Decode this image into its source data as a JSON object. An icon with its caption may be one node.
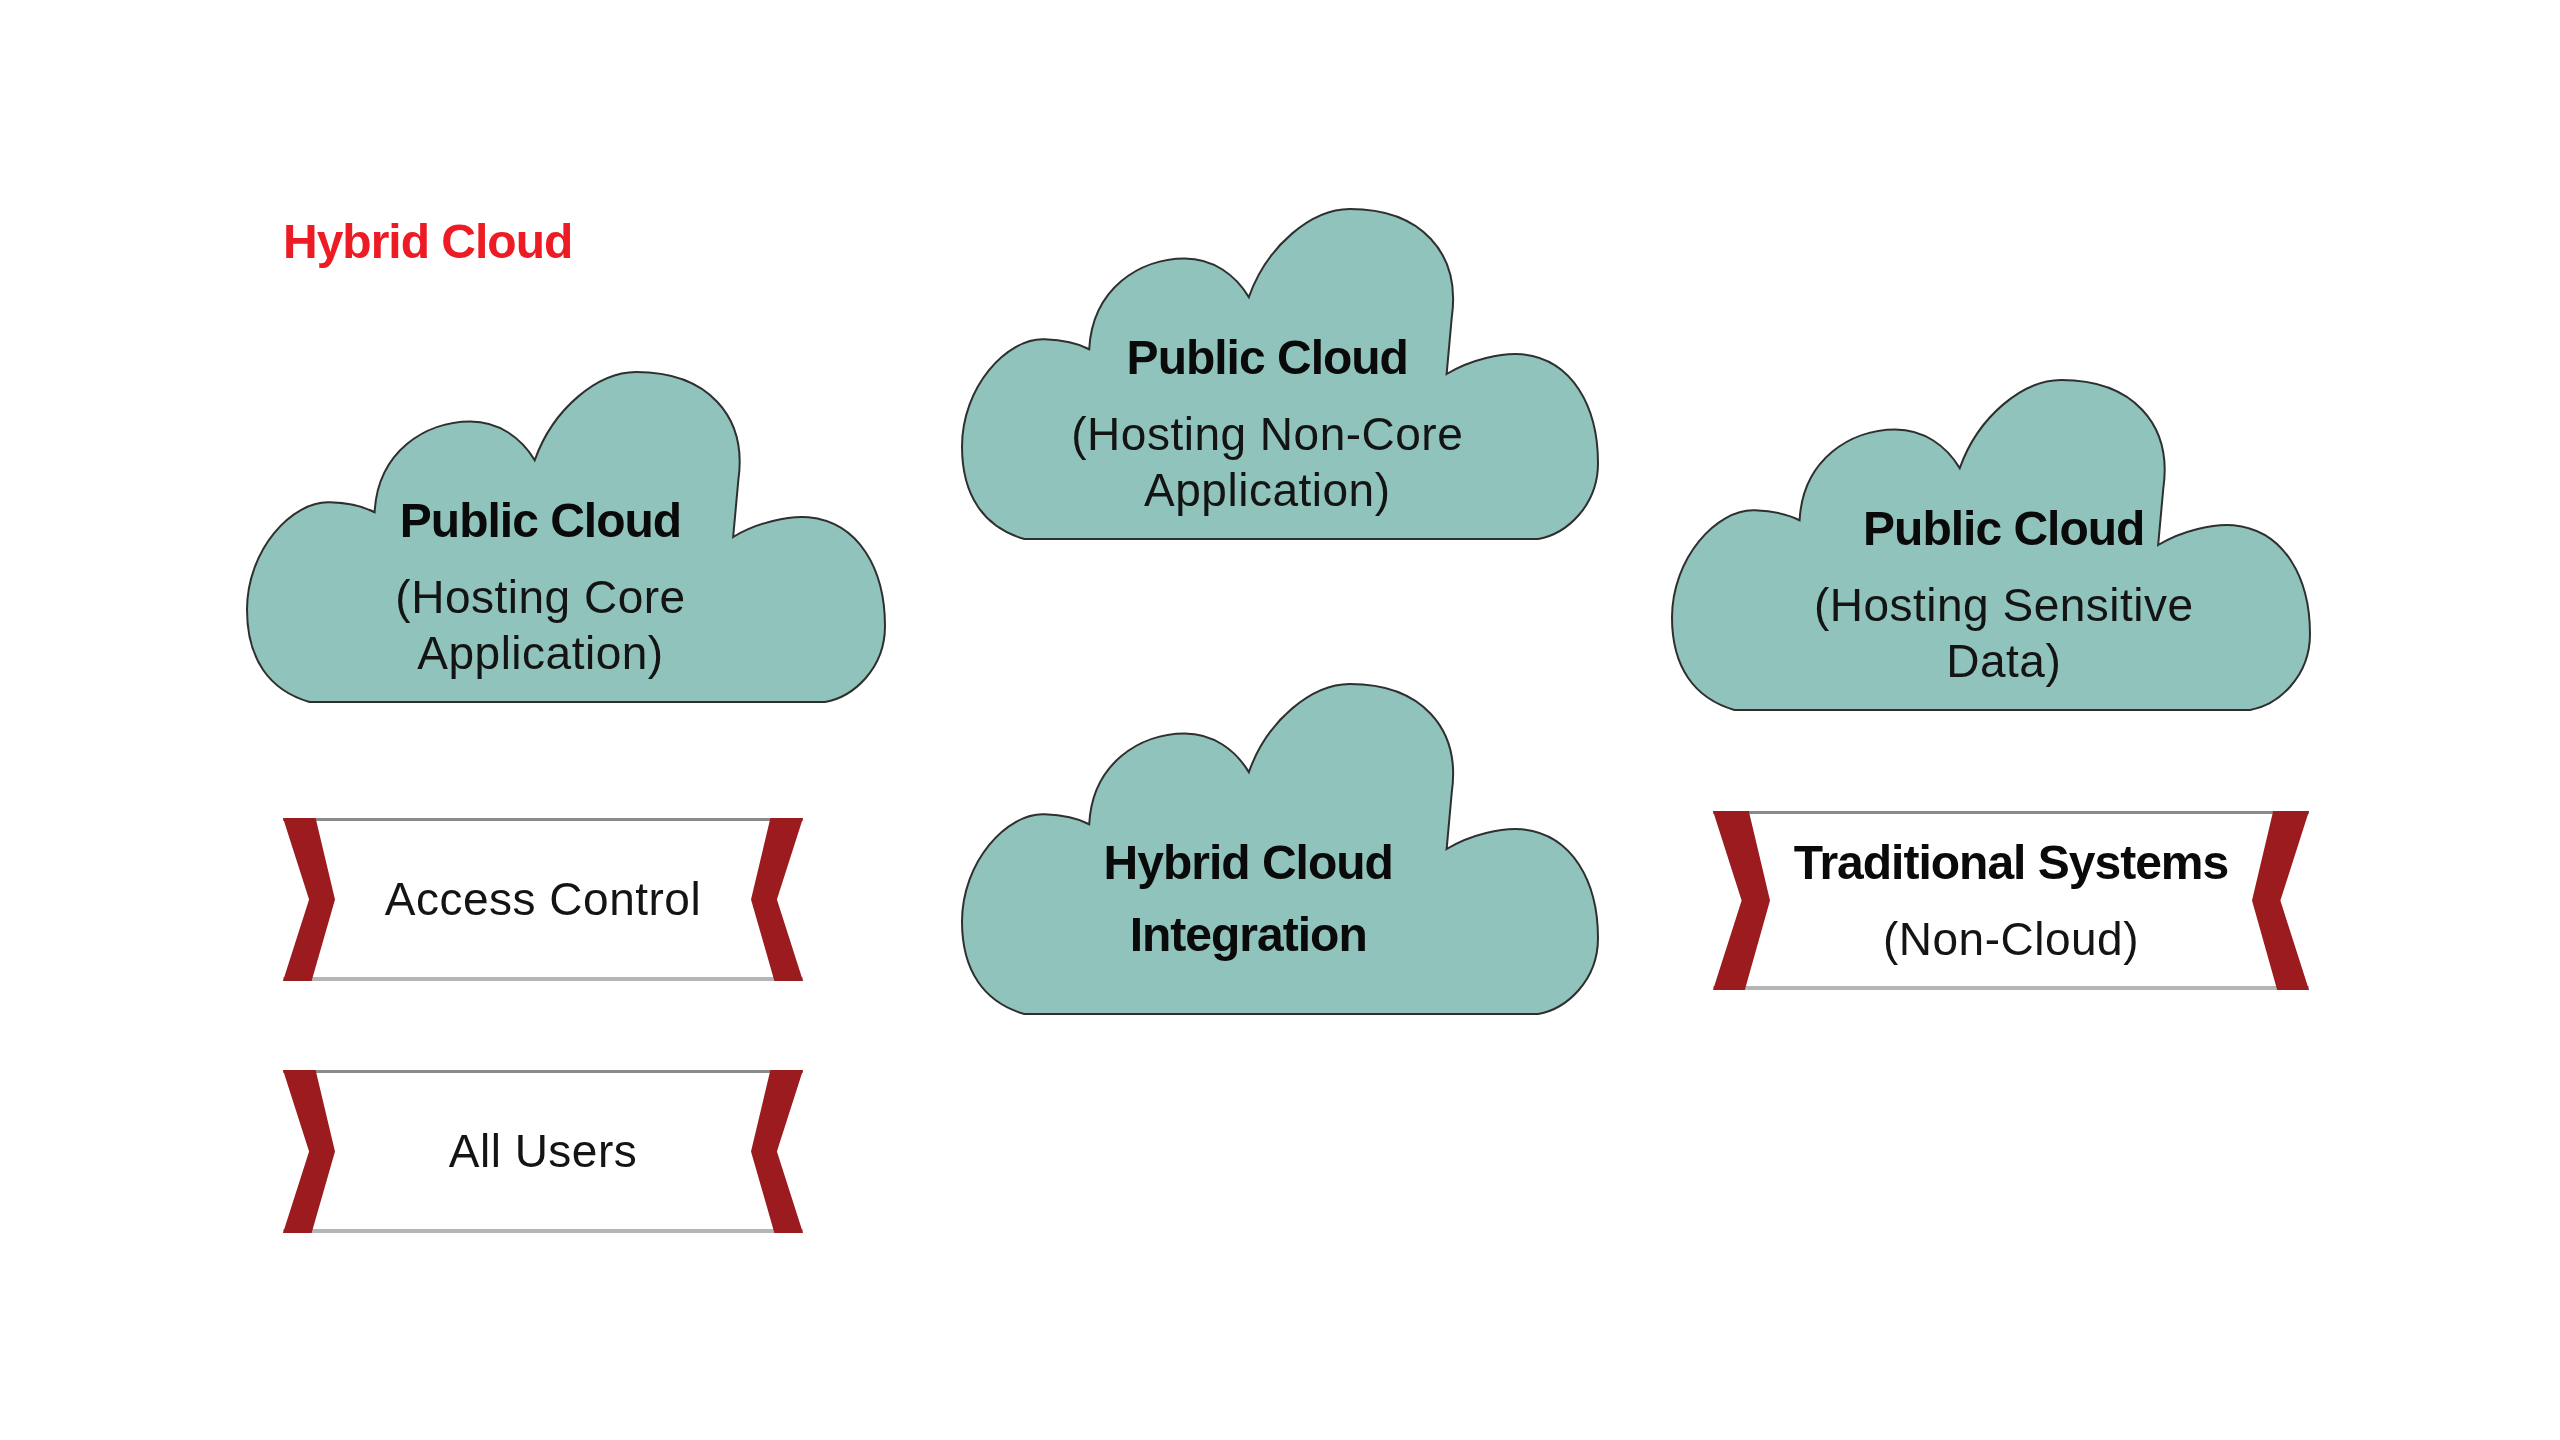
{
  "diagram": {
    "title": "Hybrid Cloud",
    "nodes": [
      {
        "text": [
          "Public Cloud",
          "(Hosting Core Application)"
        ]
      },
      {
        "text": [
          "Public Cloud",
          "(Hosting Non-Core Application)"
        ]
      },
      {
        "text": [
          "Public Cloud",
          "(Hosting Sensitive Data)"
        ]
      },
      {
        "text": [
          "Access Control"
        ]
      },
      {
        "text": [
          "Hybrid Cloud Integration"
        ]
      },
      {
        "text": [
          "Traditional Systems",
          "(Non-Cloud)"
        ]
      },
      {
        "text": [
          "All Users"
        ]
      }
    ]
  }
}
